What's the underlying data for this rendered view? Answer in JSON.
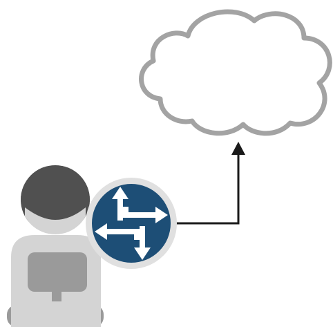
{
  "diagram": {
    "nodes": [
      {
        "id": "cloud",
        "kind": "cloud",
        "icon": "cloud-icon"
      },
      {
        "id": "router",
        "kind": "router",
        "icon": "router-icon"
      },
      {
        "id": "user",
        "kind": "user-workstation",
        "icon": "user-workstation-icon"
      }
    ],
    "edges": [
      {
        "from": "router",
        "to": "cloud",
        "arrow": "end",
        "route": "right-then-up"
      }
    ]
  },
  "colors": {
    "background": "#ffffff",
    "cloud_stroke": "#a3a3a3",
    "router_fill": "#1d4e76",
    "router_ring": "#e0e0e0",
    "router_arrows": "#ffffff",
    "user_helmet": "#505050",
    "user_light": "#d4d4d4",
    "user_mid": "#9a9a9a",
    "connector": "#1a1a1a"
  }
}
